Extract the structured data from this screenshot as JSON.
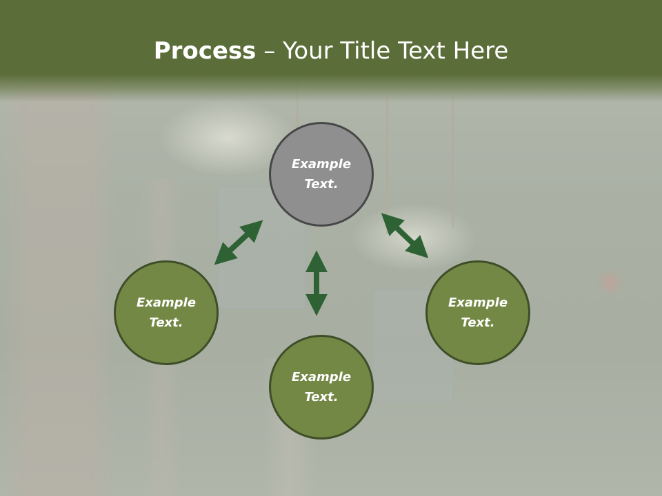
{
  "slide": {
    "title_bold": "Process",
    "title_rest": " – Your Title Text Here"
  },
  "process": {
    "nodes": [
      {
        "id": "top",
        "line1": "Example",
        "line2": "Text."
      },
      {
        "id": "left",
        "line1": "Example",
        "line2": "Text."
      },
      {
        "id": "bottom",
        "line1": "Example",
        "line2": "Text."
      },
      {
        "id": "right",
        "line1": "Example",
        "line2": "Text."
      }
    ]
  },
  "colors": {
    "header": "#5b6e3a",
    "node_fill": "#748845",
    "node_fill_active": "#8e8f8e",
    "arrow": "#2e6234"
  }
}
